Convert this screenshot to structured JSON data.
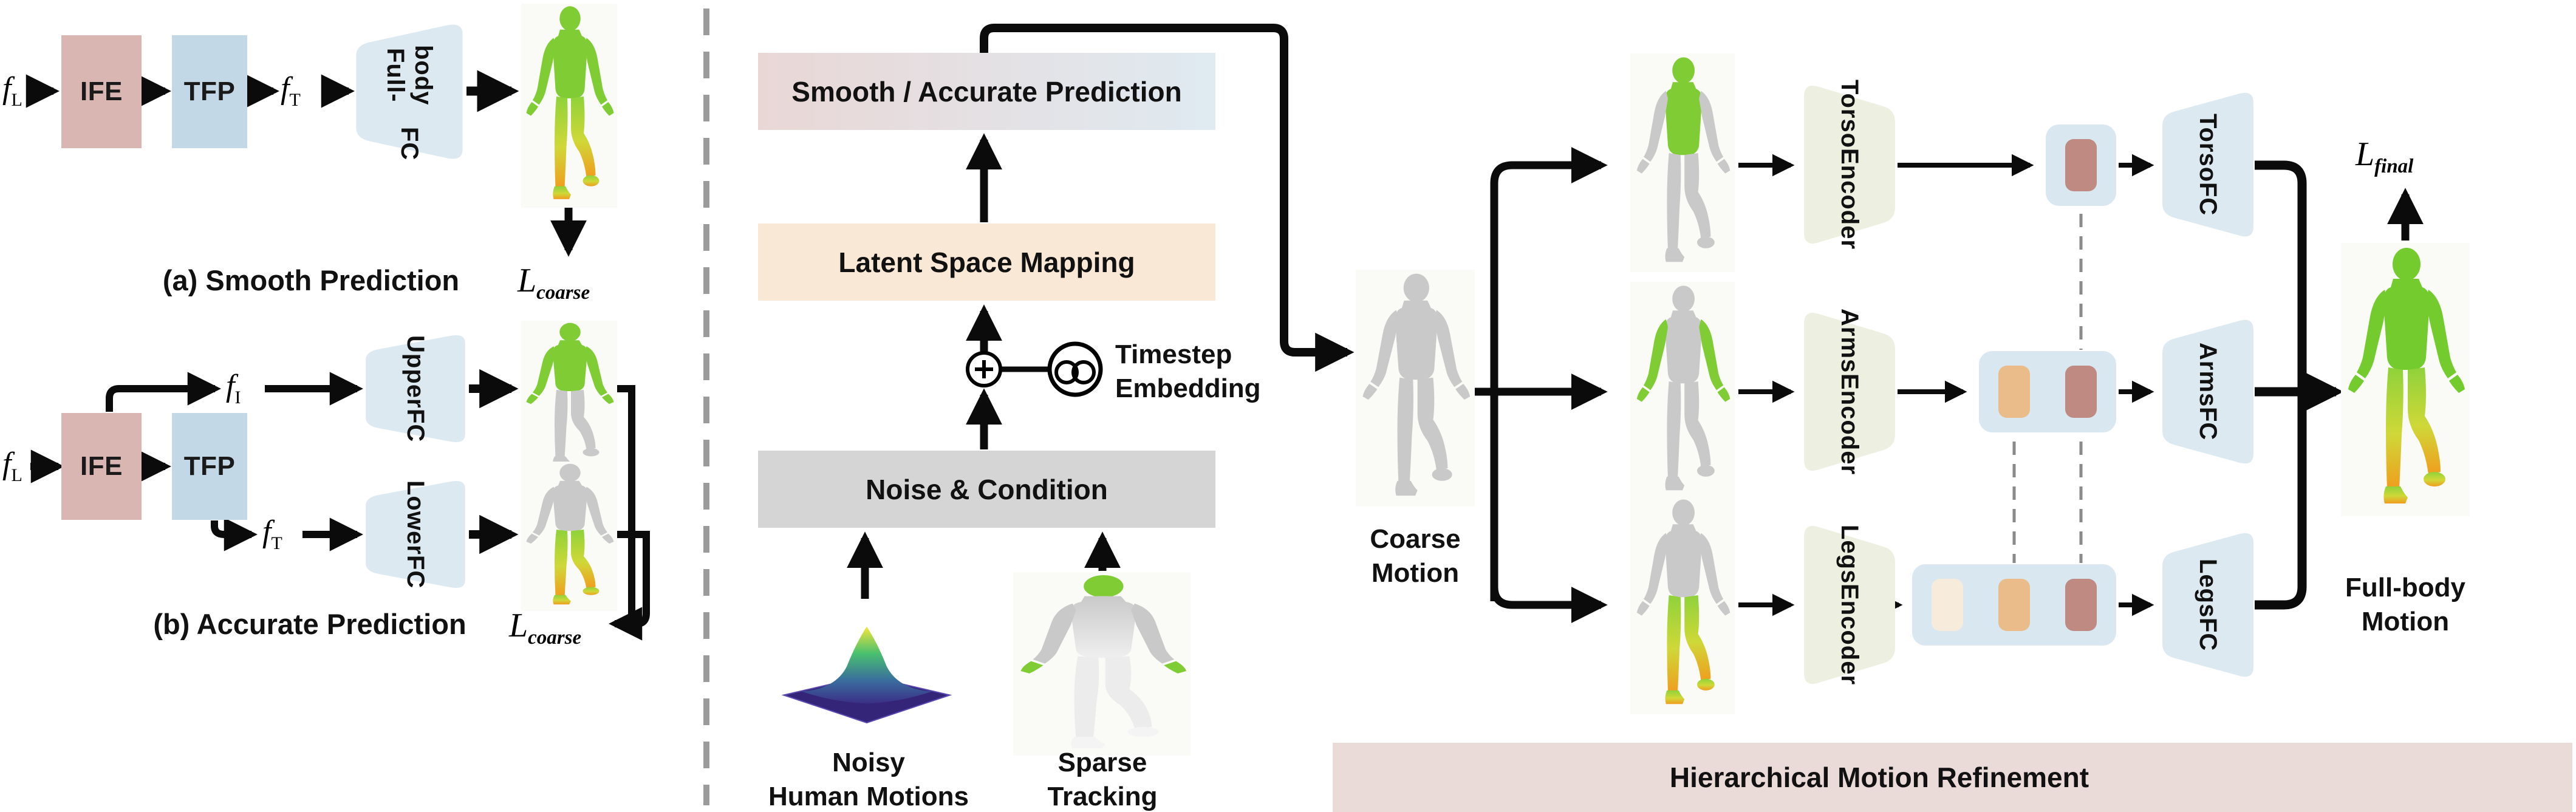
{
  "panel_a": {
    "f_in": "f",
    "f_in_sub": "L",
    "ife": "IFE",
    "tfp": "TFP",
    "f_mid": "f",
    "f_mid_sub": "T",
    "fc_line1": "Full-body",
    "fc_line2": "FC",
    "loss": "L",
    "loss_sub": "coarse",
    "caption": "(a) Smooth Prediction"
  },
  "panel_b": {
    "f_in": "f",
    "f_in_sub": "L",
    "ife": "IFE",
    "tfp": "TFP",
    "f_upper": "f",
    "f_upper_sub": "I",
    "f_lower": "f",
    "f_lower_sub": "T",
    "upper_fc_line1": "Upper",
    "upper_fc_line2": "FC",
    "lower_fc_line1": "Lower",
    "lower_fc_line2": "FC",
    "loss": "L",
    "loss_sub": "coarse",
    "caption": "(b) Accurate Prediction"
  },
  "middle": {
    "smooth_box": "Smooth / Accurate Prediction",
    "latent_box": "Latent Space Mapping",
    "noise_box": "Noise & Condition",
    "plus": "+",
    "timestep_line1": "Timestep",
    "timestep_line2": "Embedding",
    "noisy_line1": "Noisy",
    "noisy_line2": "Human Motions",
    "sparse_line1": "Sparse",
    "sparse_line2": "Tracking"
  },
  "right": {
    "coarse_line1": "Coarse",
    "coarse_line2": "Motion",
    "torso_enc_line1": "Torso",
    "torso_enc_line2": "Encoder",
    "arms_enc_line1": "Arms",
    "arms_enc_line2": "Encoder",
    "legs_enc_line1": "Legs",
    "legs_enc_line2": "Encoder",
    "torso_fc_line1": "Torso",
    "torso_fc_line2": "FC",
    "arms_fc_line1": "Arms",
    "arms_fc_line2": "FC",
    "legs_fc_line1": "Legs",
    "legs_fc_line2": "FC",
    "loss_final": "L",
    "loss_final_sub": "final",
    "fullbody_line1": "Full-body",
    "fullbody_line2": "Motion",
    "banner": "Hierarchical Motion Refinement"
  },
  "colors": {
    "ife_pink": "#d9b6b2",
    "tfp_blue": "#c3d8e6",
    "fc_blue": "#dce9f1",
    "encoder_sage": "#edf0e1",
    "token_container": "#d9e7f1",
    "token_mauve": "#bf8a81",
    "token_orange": "#e9bc8a",
    "token_cream": "#f7ecdc",
    "smooth_left": "#e9d7d6",
    "smooth_right": "#dfeaf1",
    "latent_peach": "#fae8d6",
    "noise_gray": "#d5d5d5",
    "banner_pink": "#eadad8"
  }
}
